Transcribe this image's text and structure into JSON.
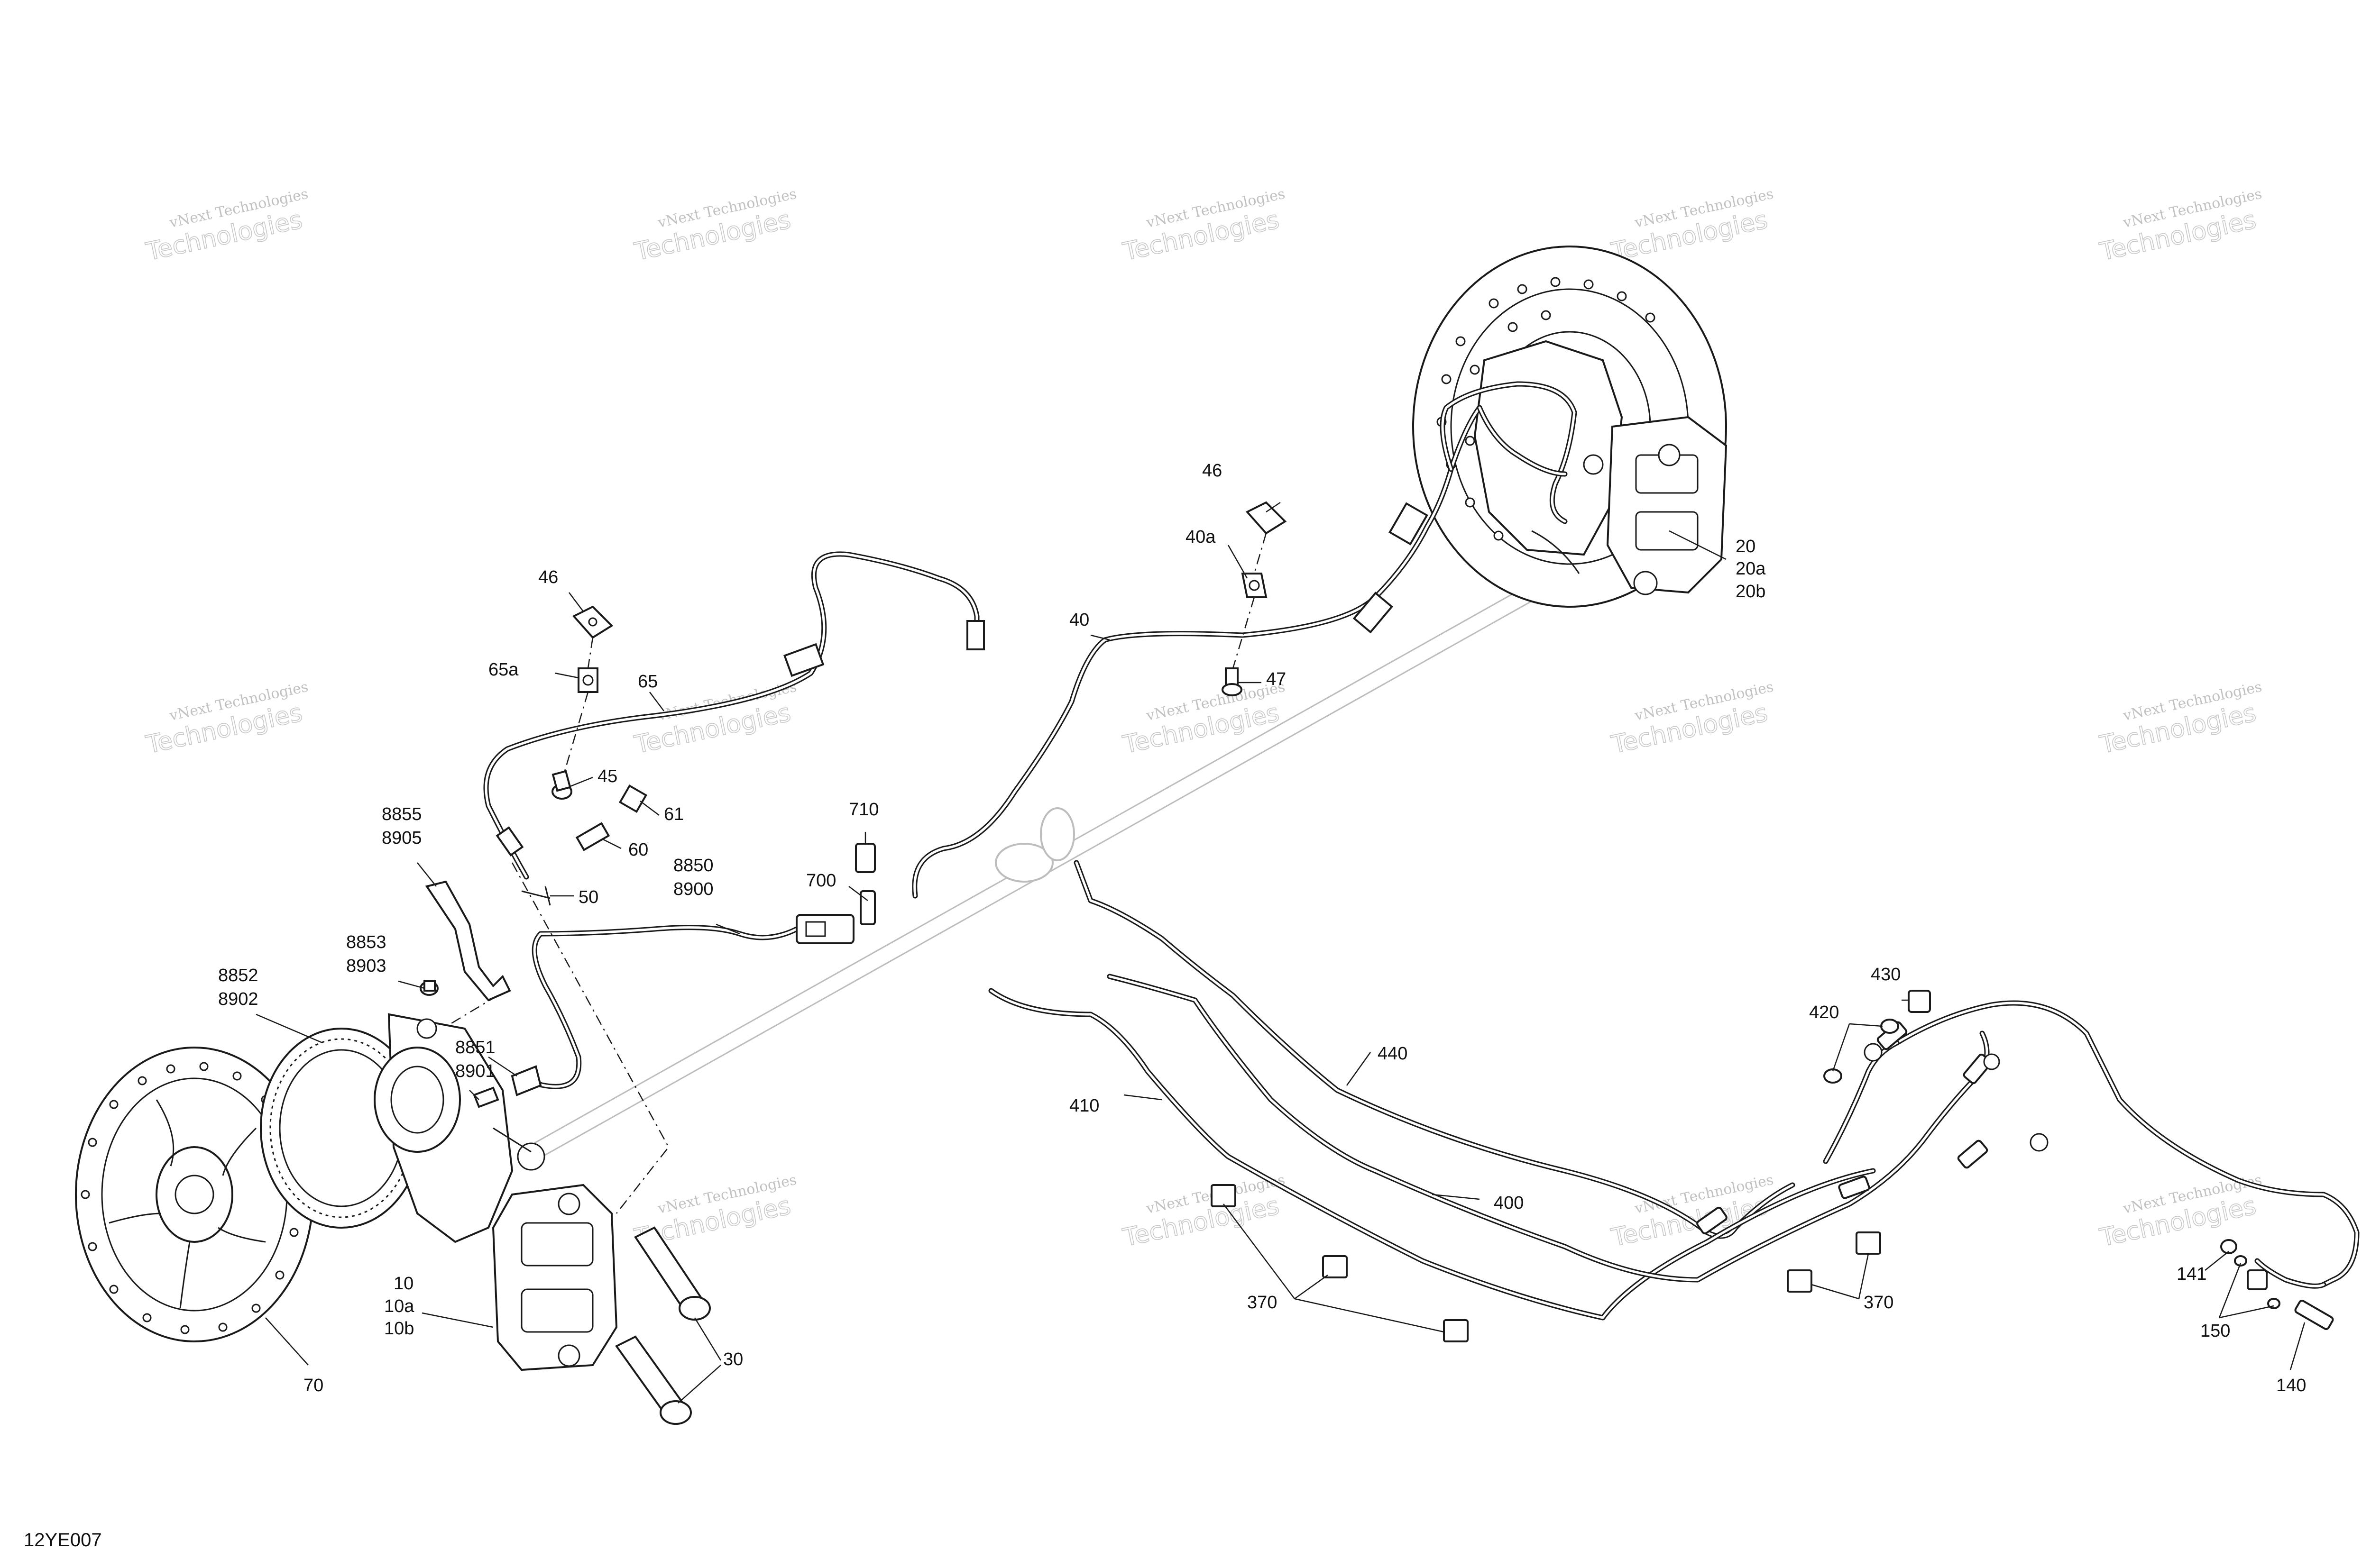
{
  "drawing": {
    "id": "12YE007"
  },
  "watermark": {
    "line1": "vNext Technologies",
    "line2": "Technologies"
  },
  "callouts": {
    "c20": "20",
    "c20a": "20a",
    "c20b": "20b",
    "c46_right": "46",
    "c40a": "40a",
    "c47": "47",
    "c40": "40",
    "c46_left": "46",
    "c65a": "65a",
    "c65": "65",
    "c45": "45",
    "c61": "61",
    "c60": "60",
    "c50": "50",
    "c8855": "8855",
    "c8905": "8905",
    "c710": "710",
    "c700": "700",
    "c8850": "8850",
    "c8900": "8900",
    "c8853": "8853",
    "c8903": "8903",
    "c8852": "8852",
    "c8902": "8902",
    "c8851": "8851",
    "c8901": "8901",
    "c10": "10",
    "c10a": "10a",
    "c10b": "10b",
    "c70": "70",
    "c30": "30",
    "c410": "410",
    "c440": "440",
    "c400": "400",
    "c370_left": "370",
    "c370_right": "370",
    "c430": "430",
    "c420": "420",
    "c141": "141",
    "c150": "150",
    "c140": "140"
  }
}
